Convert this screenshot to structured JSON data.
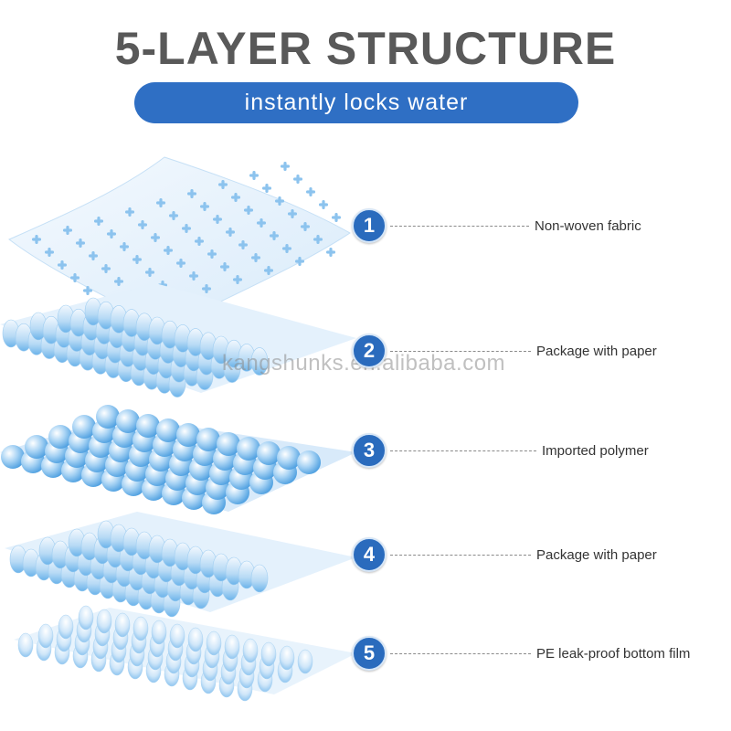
{
  "header": {
    "title": "5-LAYER STRUCTURE",
    "subtitle": "instantly locks water"
  },
  "layers": [
    {
      "number": "1",
      "label": "Non-woven fabric"
    },
    {
      "number": "2",
      "label": "Package with paper"
    },
    {
      "number": "3",
      "label": "Imported polymer"
    },
    {
      "number": "4",
      "label": "Package with paper"
    },
    {
      "number": "5",
      "label": "PE leak-proof bottom film"
    }
  ],
  "watermark": "kangshunks.en.alibaba.com",
  "colors": {
    "title": "#595959",
    "accent": "#2f6fc4",
    "badge": "#2a6bbd",
    "layer_light": "#e6f2fc",
    "layer_mid": "#a9d2f2",
    "layer_dark": "#5aa9e6"
  }
}
